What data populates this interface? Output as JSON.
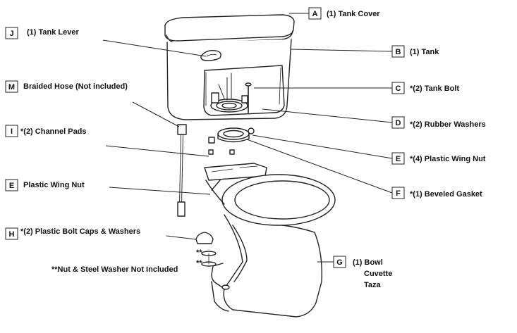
{
  "parts": {
    "A": {
      "letter": "A",
      "text": "(1) Tank Cover"
    },
    "B": {
      "letter": "B",
      "text": "(1) Tank"
    },
    "C": {
      "letter": "C",
      "text": "*(2) Tank Bolt"
    },
    "D": {
      "letter": "D",
      "text": "*(2) Rubber Washers"
    },
    "E1": {
      "letter": "E",
      "text": "*(4) Plastic Wing Nut"
    },
    "F": {
      "letter": "F",
      "text": "*(1) Beveled Gasket"
    },
    "G": {
      "letter": "G",
      "text_lines": [
        "(1) Bowl",
        "Cuvette",
        "Taza"
      ]
    },
    "J": {
      "letter": "J",
      "text": "(1) Tank Lever"
    },
    "M": {
      "letter": "M",
      "text": "Braided Hose (Not included)"
    },
    "I": {
      "letter": "I",
      "text": "*(2) Channel Pads"
    },
    "E2": {
      "letter": "E",
      "text": "Plastic Wing Nut"
    },
    "H": {
      "letter": "H",
      "text": "*(2) Plastic Bolt Caps & Washers"
    }
  },
  "footnote": "**Nut & Steel Washer Not Included",
  "star_marks": [
    "**",
    "**"
  ]
}
